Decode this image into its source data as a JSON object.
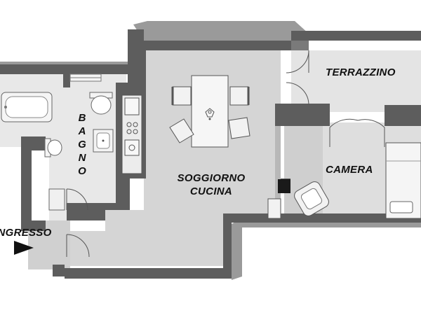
{
  "rooms": {
    "terrazzino": "TERRAZZINO",
    "camera": "CAMERA",
    "soggiorno_line1": "SOGGIORNO",
    "soggiorno_line2": "CUCINA",
    "bagno": "BAGNO",
    "ingresso": "INGRESSO"
  },
  "colors": {
    "wall": "#5e5e5e",
    "wall_shadow": "#8a8a8a",
    "floor_main": "#d7d7d7",
    "floor_light": "#e6e6e6",
    "floor_bath": "#e9e9e9",
    "furniture": "#f4f4f4",
    "arrow": "#111111"
  },
  "icons": [
    "entrance-arrow-icon",
    "door-swing-icon",
    "bathtub-icon",
    "toilet-icon",
    "sink-icon",
    "dining-table-icon",
    "chair-icon",
    "bed-icon",
    "armchair-icon",
    "stove-icon"
  ]
}
